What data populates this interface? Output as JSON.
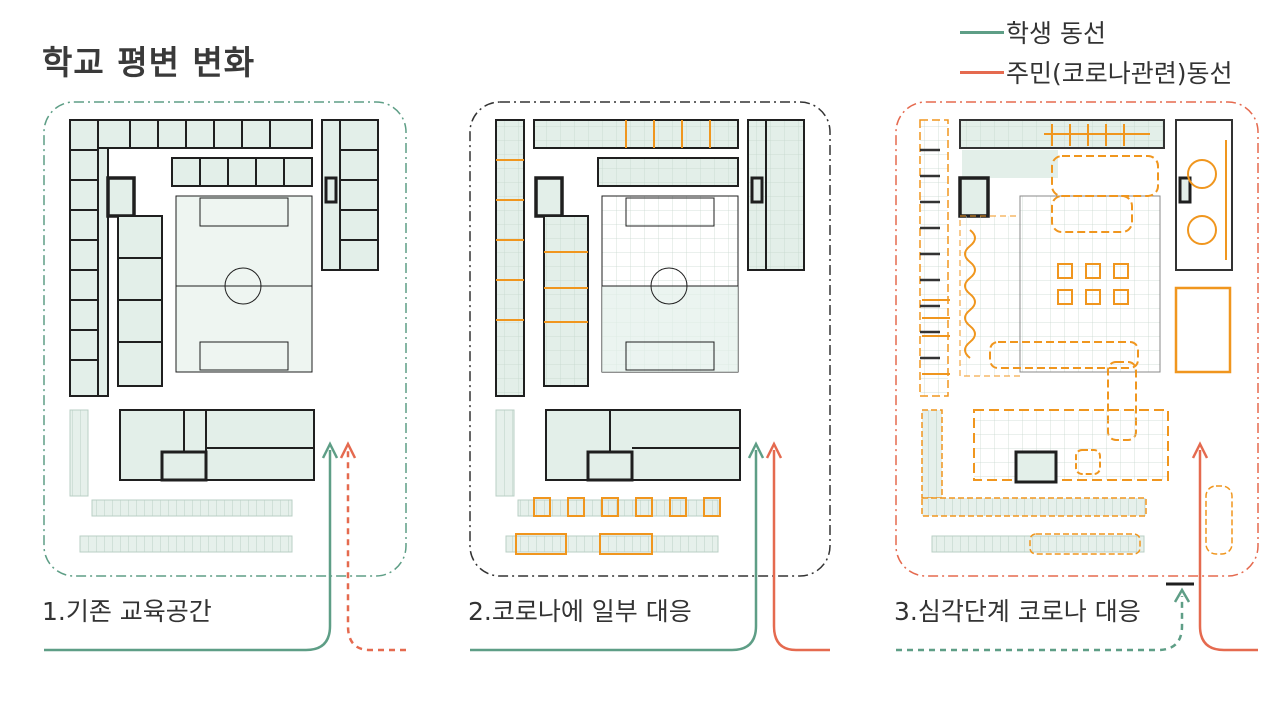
{
  "title": "학교 평변 변화",
  "legend": [
    {
      "label": "학생 동선",
      "color": "#5e9e86"
    },
    {
      "label": "주민(코로나관련)동선",
      "color": "#e56a4f"
    }
  ],
  "panels": [
    {
      "label": "1.기존 교육공간"
    },
    {
      "label": "2.코로나에 일부 대응"
    },
    {
      "label": "3.심각단계 코로나 대응"
    }
  ],
  "colors": {
    "student_route": "#5e9e86",
    "resident_route": "#e56a4f",
    "covid_space": "#f0961e",
    "building_fill": "#e3efe9",
    "wall": "#1f1f1f",
    "boundary_neutral": "#333333"
  }
}
